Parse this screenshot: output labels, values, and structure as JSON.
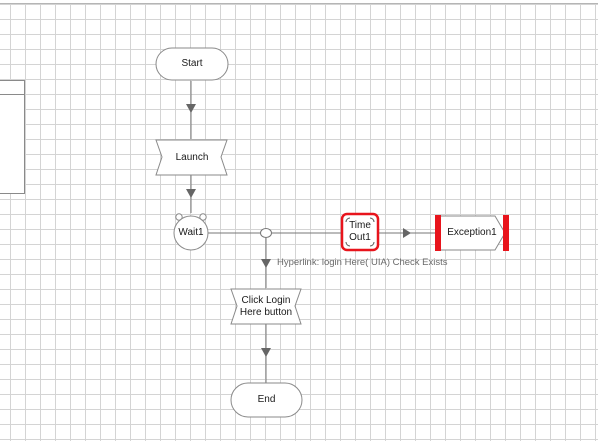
{
  "nodes": {
    "start": "Start",
    "launch": "Launch",
    "wait": "Wait1",
    "timeout": "Time\nOut1",
    "exception": "Exception1",
    "click": "Click Login\nHere button",
    "end": "End"
  },
  "edges": {
    "check_label": "Hyperlink: login Here( UIA) Check Exists"
  },
  "colors": {
    "highlight": "#e8141c",
    "node_border": "#8a8a8a",
    "connector": "#777777"
  }
}
